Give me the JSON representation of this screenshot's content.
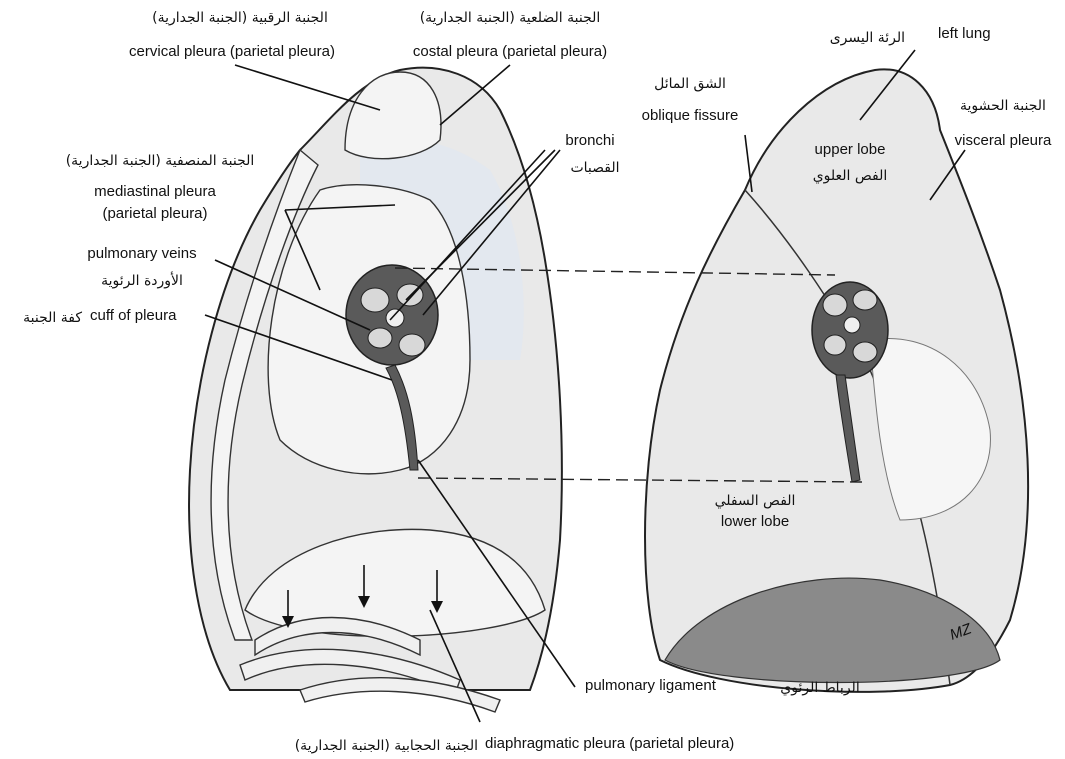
{
  "labels": {
    "cervical_ar": "الجنبة الرقبية (الجنبة الجدارية)",
    "cervical_en": "cervical pleura (parietal pleura)",
    "costal_ar": "الجنبة الضلعية (الجنبة الجدارية)",
    "costal_en": "costal pleura (parietal pleura)",
    "left_lung_en": "left lung",
    "left_lung_ar": "الرئة اليسرى",
    "oblique_ar": "الشق المائل",
    "oblique_en": "oblique fissure",
    "visceral_ar": "الجنبة الحشوية",
    "visceral_en": "visceral pleura",
    "upper_lobe_en": "upper lobe",
    "upper_lobe_ar": "الفص العلوي",
    "bronchi_en": "bronchi",
    "bronchi_ar": "القصبات",
    "mediastinal_ar": "الجنبة المنصفية (الجنبة الجدارية)",
    "mediastinal_en1": "mediastinal pleura",
    "mediastinal_en2": "(parietal pleura)",
    "pulm_veins_en": "pulmonary veins",
    "pulm_veins_ar": "الأوردة الرئوية",
    "cuff_en": "cuff of pleura",
    "cuff_ar": "كفة الجنبة",
    "lower_lobe_ar": "الفص السفلي",
    "lower_lobe_en": "lower lobe",
    "pulm_lig_en": "pulmonary ligament",
    "pulm_lig_ar": "الرباط الرئوي",
    "diaphragmatic_en": "diaphragmatic pleura (parietal pleura)",
    "diaphragmatic_ar": "الجنبة الحجابية (الجنبة الجدارية)",
    "signature": "MZ"
  }
}
